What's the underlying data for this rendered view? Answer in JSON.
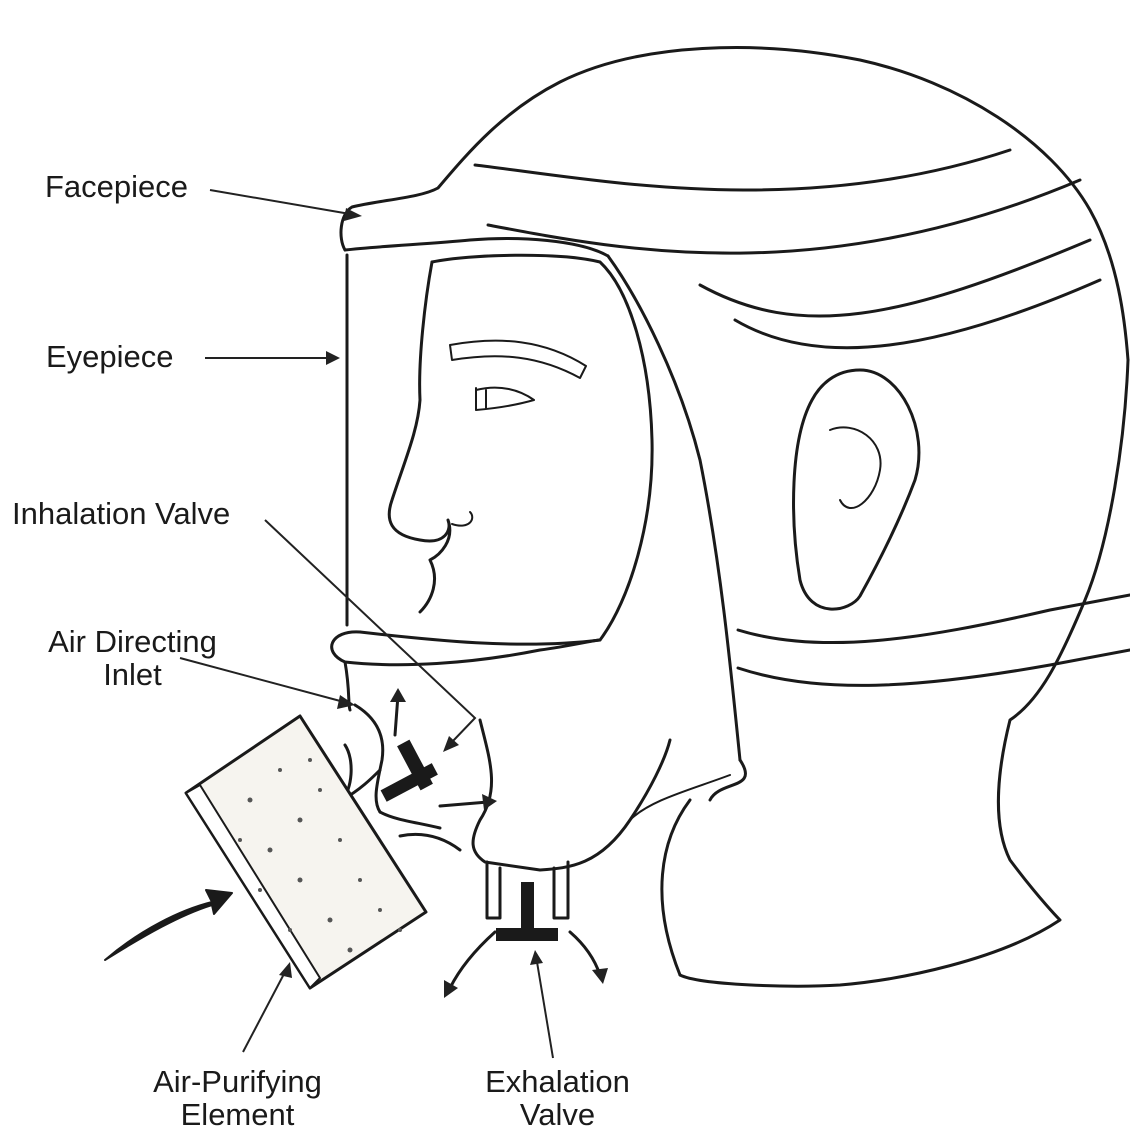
{
  "labels": {
    "facepiece": "Facepiece",
    "eyepiece": "Eyepiece",
    "inhalation_valve": "Inhalation Valve",
    "air_directing_inlet_line1": "Air Directing",
    "air_directing_inlet_line2": "Inlet",
    "air_purifying_element_line1": "Air-Purifying",
    "air_purifying_element_line2": "Element",
    "exhalation_valve_line1": "Exhalation",
    "exhalation_valve_line2": "Valve"
  }
}
